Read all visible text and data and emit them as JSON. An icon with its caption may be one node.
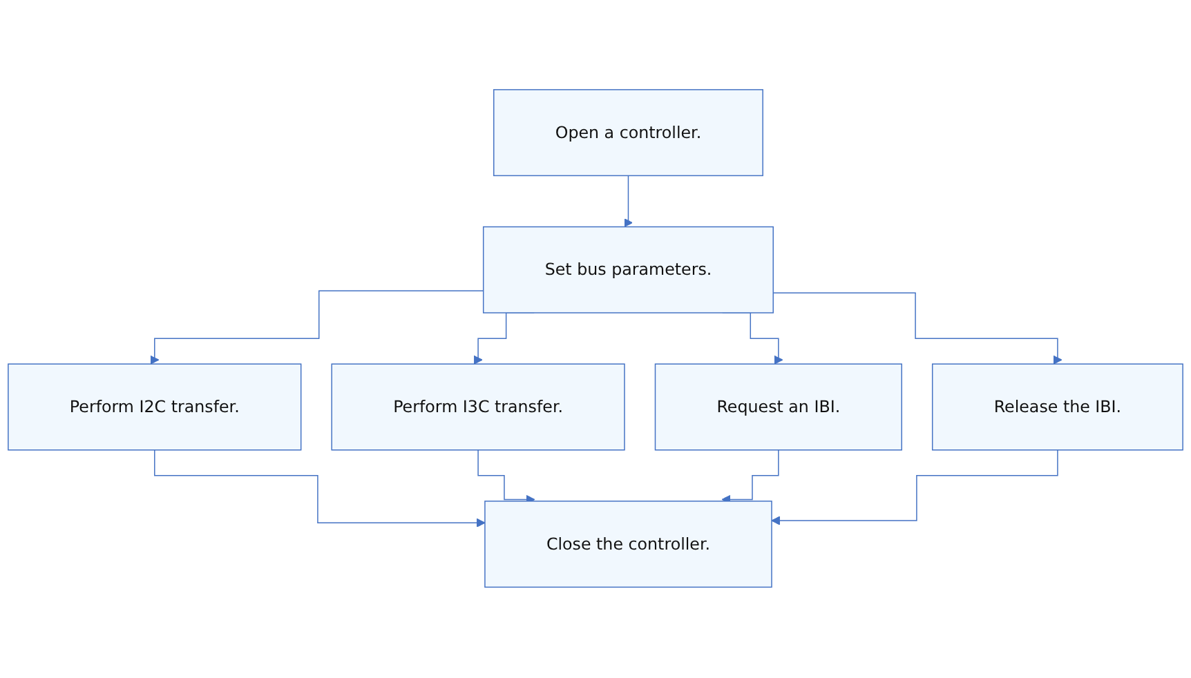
{
  "diagram": {
    "nodes": [
      {
        "text": [
          "Open a controller."
        ]
      },
      {
        "text": [
          "Set bus parameters."
        ]
      },
      {
        "text": [
          "Perform I2C transfer."
        ]
      },
      {
        "text": [
          "Perform I3C transfer."
        ]
      },
      {
        "text": [
          "Request an IBI."
        ]
      },
      {
        "text": [
          "Release the IBI."
        ]
      },
      {
        "text": [
          "Close the controller."
        ]
      }
    ],
    "edges": [
      {
        "from": 0,
        "to": 1,
        "arrow": "to"
      },
      {
        "from": 1,
        "to": 2,
        "arrow": "to"
      },
      {
        "from": 1,
        "to": 3,
        "arrow": "to"
      },
      {
        "from": 1,
        "to": 4,
        "arrow": "to"
      },
      {
        "from": 1,
        "to": 5,
        "arrow": "to"
      },
      {
        "from": 2,
        "to": 6,
        "arrow": "to"
      },
      {
        "from": 3,
        "to": 6,
        "arrow": "to"
      },
      {
        "from": 4,
        "to": 6,
        "arrow": "to"
      },
      {
        "from": 5,
        "to": 6,
        "arrow": "to"
      }
    ]
  }
}
